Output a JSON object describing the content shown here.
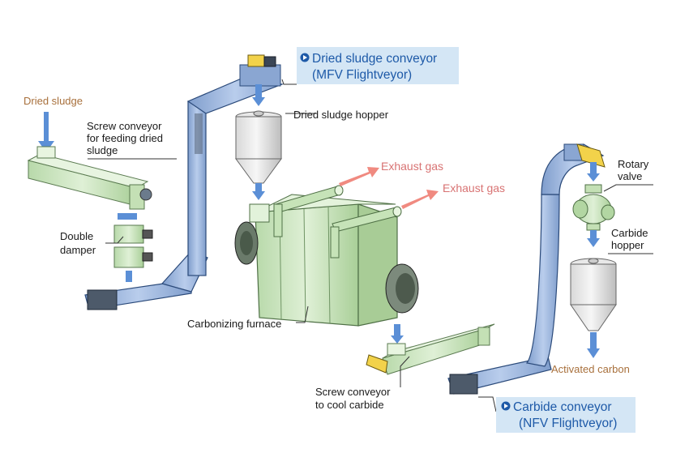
{
  "labels": {
    "dried_sludge": "Dried sludge",
    "screw_feed": [
      "Screw conveyor",
      "for feeding dried",
      "sludge"
    ],
    "double_damper": [
      "Double",
      "damper"
    ],
    "dried_sludge_hopper": "Dried sludge hopper",
    "exhaust_gas_1": "Exhaust gas",
    "exhaust_gas_2": "Exhaust gas",
    "carbonizing_furnace": "Carbonizing furnace",
    "screw_cool": [
      "Screw conveyor",
      "to cool carbide"
    ],
    "rotary_valve": [
      "Rotary",
      "valve"
    ],
    "carbide_hopper": [
      "Carbide",
      "hopper"
    ],
    "activated_carbon": "Activated carbon"
  },
  "callouts": {
    "dried_sludge_conveyor": [
      "Dried sludge conveyor",
      "(MFV Flightveyor)"
    ],
    "carbide_conveyor": [
      "Carbide conveyor",
      "(NFV Flightveyor)"
    ]
  },
  "colors": {
    "equipment_green": "#cfe8c3",
    "conveyor_blue": "#9cb5dc",
    "flow_arrow_blue": "#5b8fd6",
    "exhaust_arrow": "#f08a80",
    "callout_fill": "#d4e6f5",
    "callout_text": "#1e5aa8",
    "label_brown": "#a8703c",
    "motor_yellow": "#f2d24a"
  }
}
